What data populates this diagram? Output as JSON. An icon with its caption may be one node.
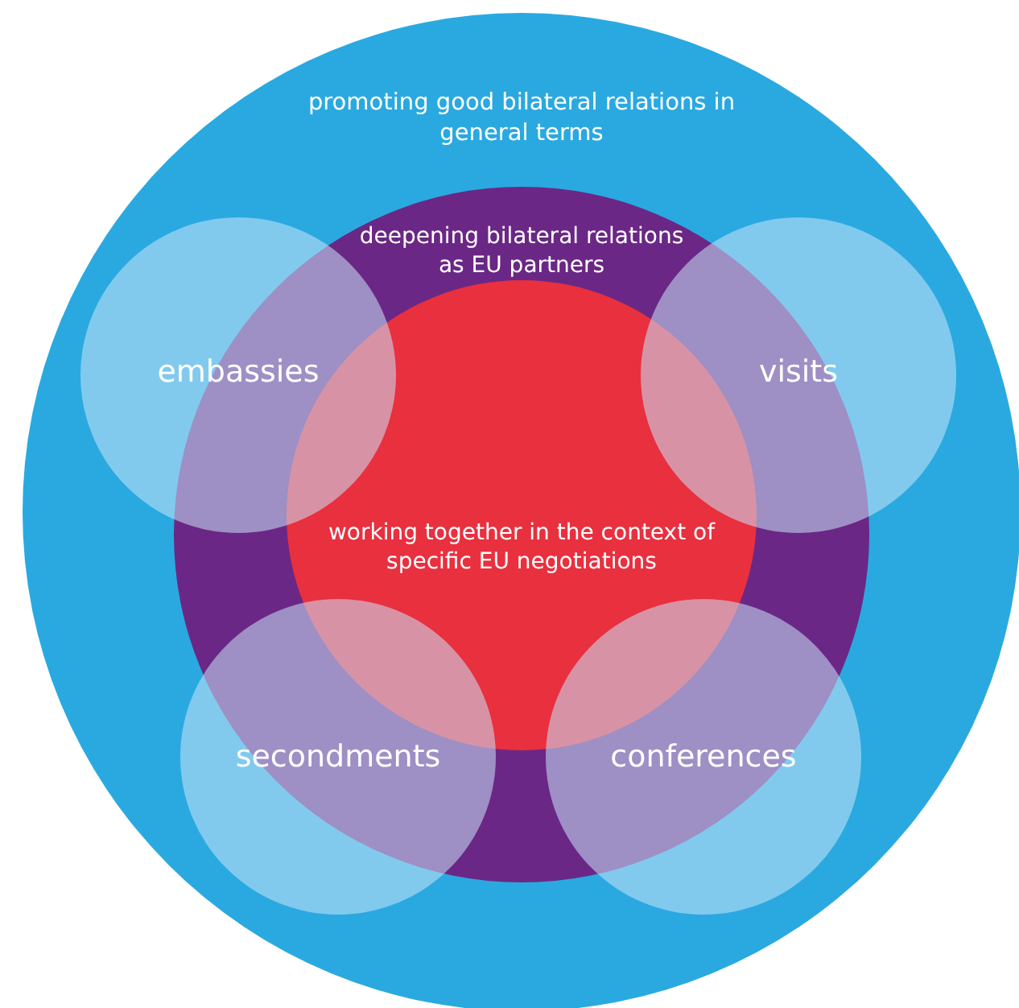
{
  "diagram": {
    "nodes": [
      {
        "text": [
          "promoting good bilateral relations in general terms"
        ]
      },
      {
        "text": [
          "deepening bilateral relations as EU partners"
        ],
        "in": 0
      },
      {
        "text": [
          "working together in the context of specific EU negotiations"
        ],
        "in": 1
      },
      {
        "text": [
          "embassies"
        ],
        "in": 0
      },
      {
        "text": [
          "visits"
        ],
        "in": 0
      },
      {
        "text": [
          "secondments"
        ],
        "in": 0
      },
      {
        "text": [
          "conferences"
        ],
        "in": 0
      }
    ]
  }
}
